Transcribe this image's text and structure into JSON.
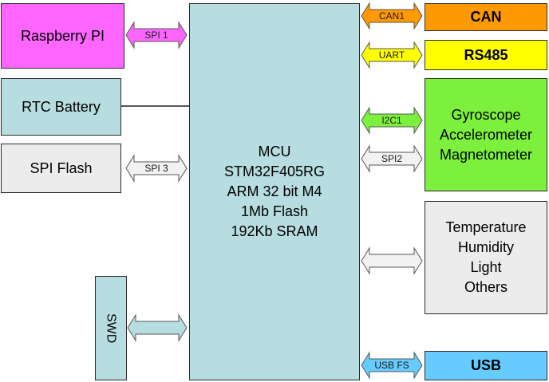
{
  "blocks": {
    "mcu": {
      "text": "MCU\nSTM32F405RG\nARM 32 bit M4\n1Mb Flash\n192Kb SRAM",
      "color": "#b7dde0"
    },
    "raspberry": {
      "text": "Raspberry PI",
      "color": "#ff66ff"
    },
    "rtc": {
      "text": "RTC Battery",
      "color": "#b7dde0"
    },
    "spiflash": {
      "text": "SPI Flash",
      "color": "#ececec"
    },
    "swd": {
      "text": "SWD",
      "color": "#b7dde0"
    },
    "can": {
      "text": "CAN",
      "color": "#ff9900"
    },
    "rs485": {
      "text": "RS485",
      "color": "#ffff00"
    },
    "gyro": {
      "text": "Gyroscope\nAccelerometer\nMagnetometer",
      "color": "#7cf03c"
    },
    "sensors": {
      "text": "Temperature\nHumidity\nLight\nOthers",
      "color": "#ececec"
    },
    "usb": {
      "text": "USB",
      "color": "#66ccff"
    }
  },
  "connectors": {
    "spi1": {
      "label": "SPI 1",
      "color": "#ff66ff"
    },
    "spi3": {
      "label": "SPI 3",
      "color": "#f2f2f2"
    },
    "swd_link": {
      "label": "",
      "color": "#b7dde0"
    },
    "can1": {
      "label": "CAN1",
      "color": "#ff9900"
    },
    "uart": {
      "label": "UART",
      "color": "#ffff00"
    },
    "i2c1": {
      "label": "I2C1",
      "color": "#7cf03c"
    },
    "spi2": {
      "label": "SPI2",
      "color": "#f2f2f2"
    },
    "sensor_link": {
      "label": "",
      "color": "#f2f2f2"
    },
    "usbfs": {
      "label": "USB FS",
      "color": "#66ccff"
    }
  }
}
